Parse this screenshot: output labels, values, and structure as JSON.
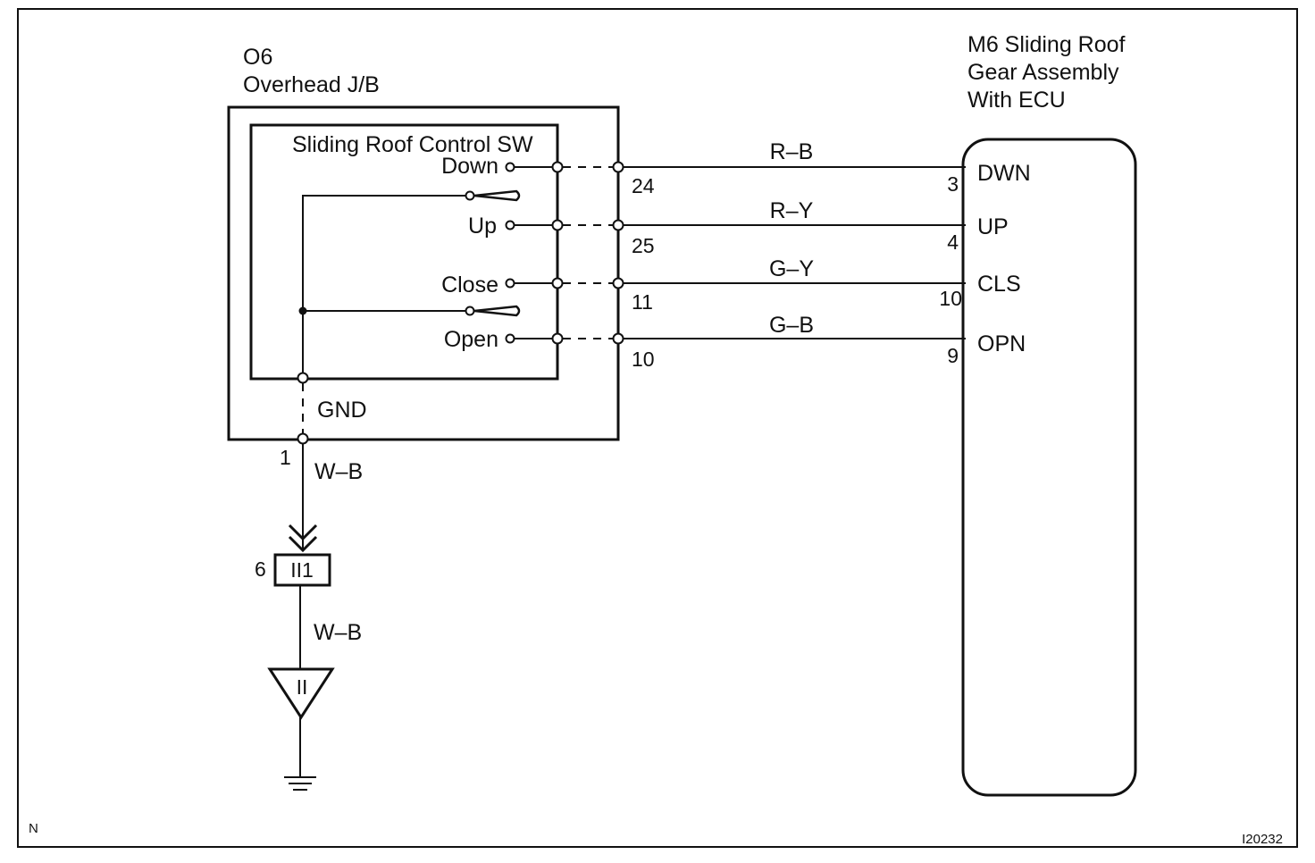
{
  "overhead_jb": {
    "code": "O6",
    "name": "Overhead J/B",
    "switch_name": "Sliding Roof Control SW",
    "gnd_label": "GND",
    "gnd_pin": "1"
  },
  "ecu": {
    "title_lines": [
      "M6 Sliding Roof",
      "Gear Assembly",
      "With ECU"
    ]
  },
  "circuits": [
    {
      "switch_label": "Down",
      "jb_pin": "24",
      "wire_color": "R–B",
      "ecu_pin": "3",
      "ecu_terminal": "DWN"
    },
    {
      "switch_label": "Up",
      "jb_pin": "25",
      "wire_color": "R–Y",
      "ecu_pin": "4",
      "ecu_terminal": "UP"
    },
    {
      "switch_label": "Close",
      "jb_pin": "11",
      "wire_color": "G–Y",
      "ecu_pin": "10",
      "ecu_terminal": "CLS"
    },
    {
      "switch_label": "Open",
      "jb_pin": "10",
      "wire_color": "G–B",
      "ecu_pin": "9",
      "ecu_terminal": "OPN"
    }
  ],
  "ground": {
    "wire_color_1": "W–B",
    "connector_pin": "6",
    "connector_code": "II1",
    "wire_color_2": "W–B",
    "ground_point": "II"
  },
  "footer": {
    "corner_code": "N",
    "figure_id": "I20232"
  }
}
